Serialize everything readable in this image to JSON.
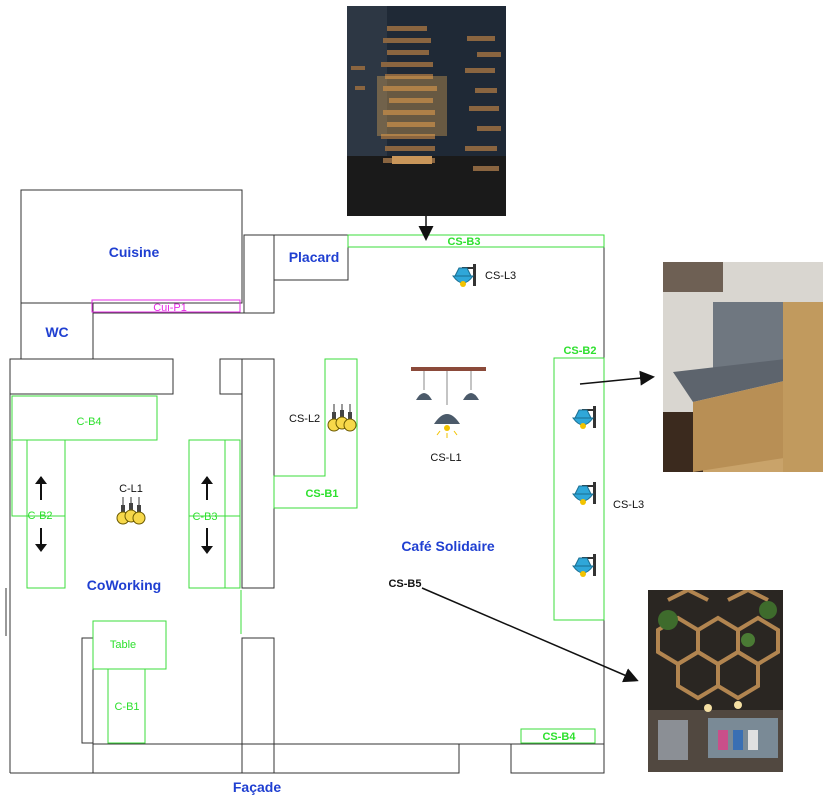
{
  "rooms": {
    "cuisine": "Cuisine",
    "placard": "Placard",
    "wc": "WC",
    "coworking": "CoWorking",
    "cafe": "Café Solidaire",
    "facade": "Façade"
  },
  "labels": {
    "cui_p1": "Cui-P1",
    "cs_b3": "CS-B3",
    "cs_b2": "CS-B2",
    "cs_b1": "CS-B1",
    "cs_b4": "CS-B4",
    "cs_b5": "CS-B5",
    "cs_l1": "CS-L1",
    "cs_l2": "CS-L2",
    "cs_l3_top": "CS-L3",
    "cs_l3_right": "CS-L3",
    "c_b4": "C-B4",
    "c_b2": "C-B2",
    "c_b3": "C-B3",
    "c_b1": "C-B1",
    "c_l1": "C-L1",
    "table": "Table"
  },
  "colors": {
    "room_label": "#1f3fd1",
    "green_zone": "#3bdc3b",
    "magenta_zone": "#e62ee6",
    "wall": "#333333",
    "lamp_blue": "#2fa7d9",
    "bulb_yellow": "#f2c300"
  },
  "photos": {
    "top": "wood-slat-wall-photo",
    "right_top": "bench-photo",
    "right_bottom": "hexagon-ceiling-photo"
  }
}
